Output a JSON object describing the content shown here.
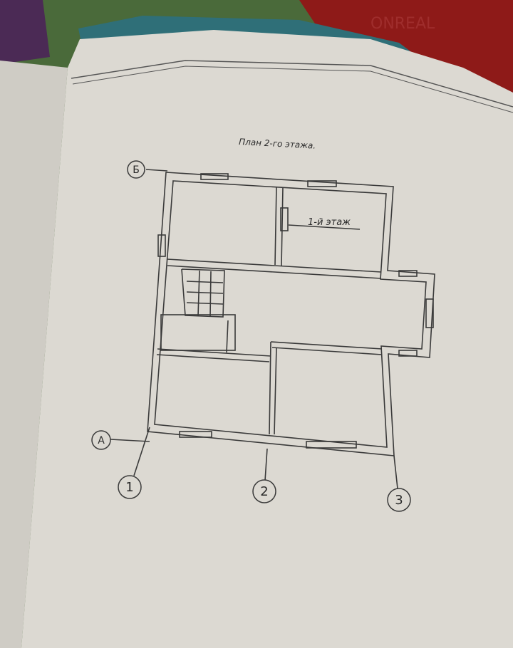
{
  "document": {
    "title": "План 2-го этажа.",
    "floor_note": "1-й этаж",
    "watermark": "ONREAL"
  },
  "axes": {
    "letters": [
      "А",
      "Б"
    ],
    "numbers": [
      "1",
      "2",
      "3"
    ]
  },
  "colors": {
    "paper": "#dcd9d2",
    "ink": "#3a3a3a",
    "table_red": "#8e1a18",
    "cover_teal": "#2f6f78"
  }
}
